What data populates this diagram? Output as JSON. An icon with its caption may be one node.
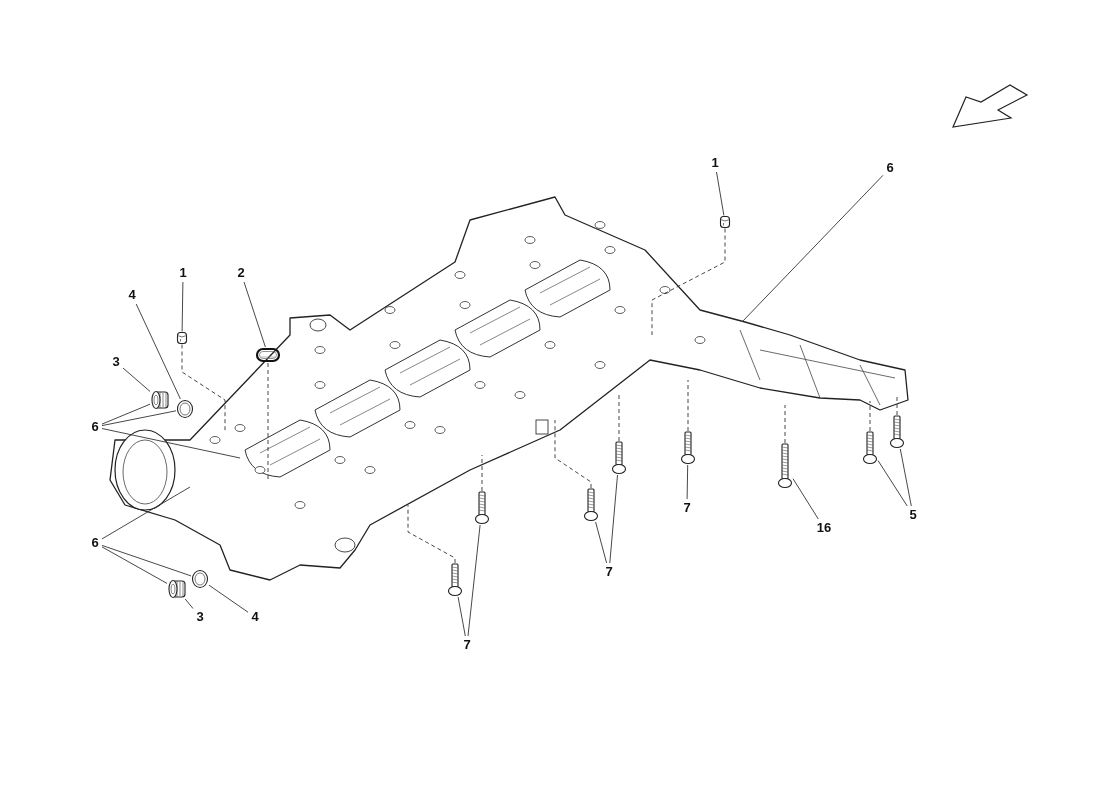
{
  "diagram": {
    "nodes": [
      {
        "text": [],
        "shape": "picture"
      },
      {
        "text": [
          "1"
        ]
      },
      {
        "text": [
          "2"
        ]
      },
      {
        "text": [
          "4"
        ]
      },
      {
        "text": [
          "3"
        ]
      },
      {
        "text": [
          "6"
        ]
      },
      {
        "text": [
          "6"
        ]
      },
      {
        "text": [
          "3"
        ]
      },
      {
        "text": [
          "4"
        ]
      },
      {
        "text": [
          "1"
        ]
      },
      {
        "text": [
          "6"
        ]
      },
      {
        "text": [
          "7"
        ]
      },
      {
        "text": [
          "16"
        ]
      },
      {
        "text": [
          "5"
        ]
      },
      {
        "text": [
          "7"
        ]
      },
      {
        "text": [
          "7"
        ]
      },
      {
        "text": [],
        "shape": "picture"
      },
      {
        "text": [],
        "shape": "picture"
      },
      {
        "text": [],
        "shape": "picture"
      },
      {
        "text": [],
        "shape": "picture"
      },
      {
        "text": [],
        "shape": "picture"
      },
      {
        "text": [],
        "shape": "picture"
      },
      {
        "text": [],
        "shape": "picture"
      },
      {
        "text": [],
        "shape": "picture"
      },
      {
        "text": [],
        "shape": "picture"
      },
      {
        "text": [],
        "shape": "picture"
      },
      {
        "text": [],
        "shape": "picture"
      },
      {
        "text": [],
        "shape": "picture"
      },
      {
        "text": [],
        "shape": "picture"
      },
      {
        "text": [],
        "shape": "picture"
      },
      {
        "text": [],
        "shape": "picture"
      }
    ],
    "edges": [
      {
        "from": 1,
        "to": 16,
        "arrow": "none"
      },
      {
        "from": 2,
        "to": 17,
        "arrow": "none"
      },
      {
        "from": 3,
        "to": 19,
        "arrow": "none"
      },
      {
        "from": 4,
        "to": 18,
        "arrow": "none"
      },
      {
        "from": 5,
        "to": 18,
        "arrow": "none"
      },
      {
        "from": 5,
        "to": 19,
        "arrow": "none"
      },
      {
        "from": 5,
        "to": 0,
        "arrow": "none"
      },
      {
        "from": 6,
        "to": 0,
        "arrow": "none"
      },
      {
        "from": 6,
        "to": 21,
        "arrow": "none"
      },
      {
        "from": 6,
        "to": 20,
        "arrow": "none"
      },
      {
        "from": 7,
        "to": 20,
        "arrow": "none"
      },
      {
        "from": 8,
        "to": 21,
        "arrow": "none"
      },
      {
        "from": 9,
        "to": 22,
        "arrow": "none"
      },
      {
        "from": 10,
        "to": 0,
        "arrow": "none"
      },
      {
        "from": 11,
        "to": 27,
        "arrow": "none"
      },
      {
        "from": 12,
        "to": 28,
        "arrow": "none"
      },
      {
        "from": 13,
        "to": 29,
        "arrow": "none"
      },
      {
        "from": 13,
        "to": 30,
        "arrow": "none"
      },
      {
        "from": 14,
        "to": 25,
        "arrow": "none"
      },
      {
        "from": 14,
        "to": 26,
        "arrow": "none"
      },
      {
        "from": 15,
        "to": 23,
        "arrow": "none"
      },
      {
        "from": 15,
        "to": 24,
        "arrow": "none"
      },
      {
        "from": 16,
        "to": 0,
        "arrow": "none",
        "style": "dashed"
      },
      {
        "from": 17,
        "to": 0,
        "arrow": "none",
        "style": "dashed"
      },
      {
        "from": 22,
        "to": 0,
        "arrow": "none",
        "style": "dashed"
      },
      {
        "from": 23,
        "to": 0,
        "arrow": "none",
        "style": "dashed"
      },
      {
        "from": 24,
        "to": 0,
        "arrow": "none",
        "style": "dashed"
      },
      {
        "from": 25,
        "to": 0,
        "arrow": "none",
        "style": "dashed"
      },
      {
        "from": 26,
        "to": 0,
        "arrow": "none",
        "style": "dashed"
      },
      {
        "from": 27,
        "to": 0,
        "arrow": "none",
        "style": "dashed"
      },
      {
        "from": 28,
        "to": 0,
        "arrow": "none",
        "style": "dashed"
      },
      {
        "from": 29,
        "to": 0,
        "arrow": "none",
        "style": "dashed"
      },
      {
        "from": 30,
        "to": 0,
        "arrow": "none",
        "style": "dashed"
      }
    ]
  }
}
